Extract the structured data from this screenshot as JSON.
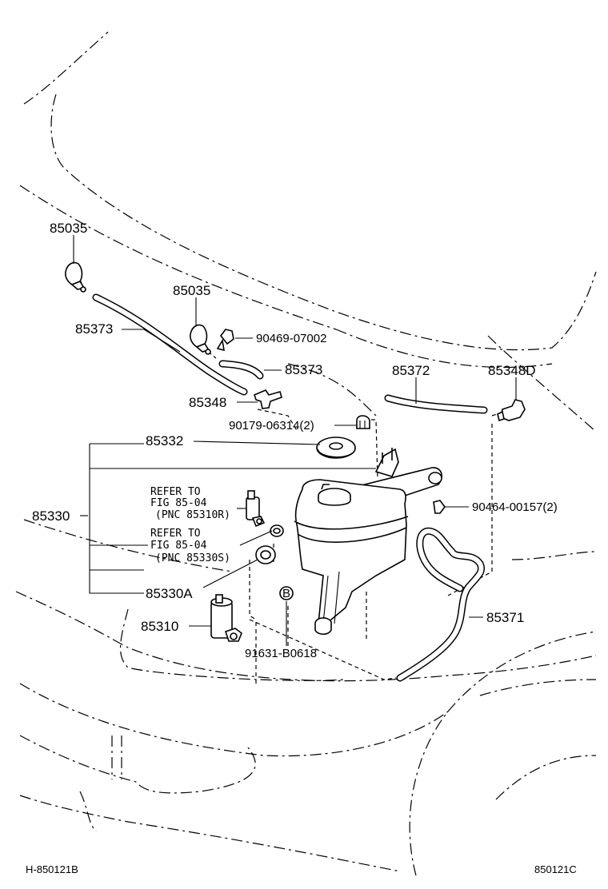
{
  "parts": {
    "p85035_a": "85035",
    "p85035_b": "85035",
    "p85373_a": "85373",
    "p90469": "90469-07002",
    "p85373_b": "85373",
    "p85372": "85372",
    "p85348d": "85348D",
    "p85348": "85348",
    "p90179": "90179-06314(2)",
    "p85332": "85332",
    "p90464": "90464-00157(2)",
    "p85330": "85330",
    "p85330a": "85330A",
    "p85310": "85310",
    "p91631": "91631-B0618",
    "p85371": "85371",
    "badge_b": "B"
  },
  "refer_notes": [
    {
      "line1": "REFER TO",
      "line2": "FIG 85-04",
      "line3": "(PNC 85310R)"
    },
    {
      "line1": "REFER TO",
      "line2": "FIG 85-04",
      "line3": "(PNC 85330S)"
    }
  ],
  "footer": {
    "left_code": "H-850121B",
    "right_code": "850121C"
  }
}
